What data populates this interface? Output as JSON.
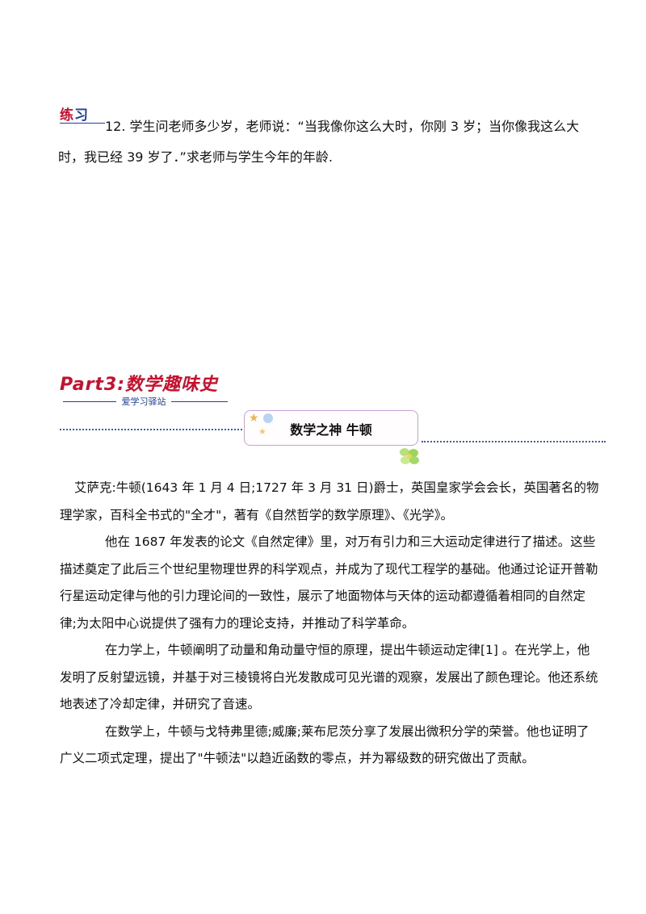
{
  "question": {
    "logo_chars": [
      "练",
      "习",
      ""
    ],
    "line1": "12. 学生问老师多少岁，老师说：“当我像你这么大时，你刚 3 岁；当你像我这么大",
    "line2": "时，我已经 39 岁了．”求老师与学生今年的年龄."
  },
  "part_header": {
    "title": "Part3:数学趣味史",
    "subtitle": "爱学习驿站"
  },
  "section_title": "数学之神 牛顿",
  "article": {
    "p1": "艾萨克:牛顿(1643 年 1 月 4 日;1727 年 3 月 31 日)爵士，英国皇家学会会长，英国著名的物理学家，百科全书式的\"全才\"，著有《自然哲学的数学原理》、《光学》。",
    "p2": "他在 1687 年发表的论文《自然定律》里，对万有引力和三大运动定律进行了描述。这些描述奠定了此后三个世纪里物理世界的科学观点，并成为了现代工程学的基础。他通过论证开普勒行星运动定律与他的引力理论间的一致性，展示了地面物体与天体的运动都遵循着相同的自然定律;为太阳中心说提供了强有力的理论支持，并推动了科学革命。",
    "p3": "在力学上，牛顿阐明了动量和角动量守恒的原理，提出牛顿运动定律[1] 。在光学上，他发明了反射望远镜，并基于对三棱镜将白光发散成可见光谱的观察，发展出了颜色理论。他还系统地表述了冷却定律，并研究了音速。",
    "p4": "在数学上，牛顿与戈特弗里德;威廉;莱布尼茨分享了发展出微积分学的荣誉。他也证明了广义二项式定理，提出了\"牛顿法\"以趋近函数的零点，并为幂级数的研究做出了贡献。"
  },
  "colors": {
    "accent_red": "#c8102e",
    "accent_blue": "#1f3f9e"
  }
}
